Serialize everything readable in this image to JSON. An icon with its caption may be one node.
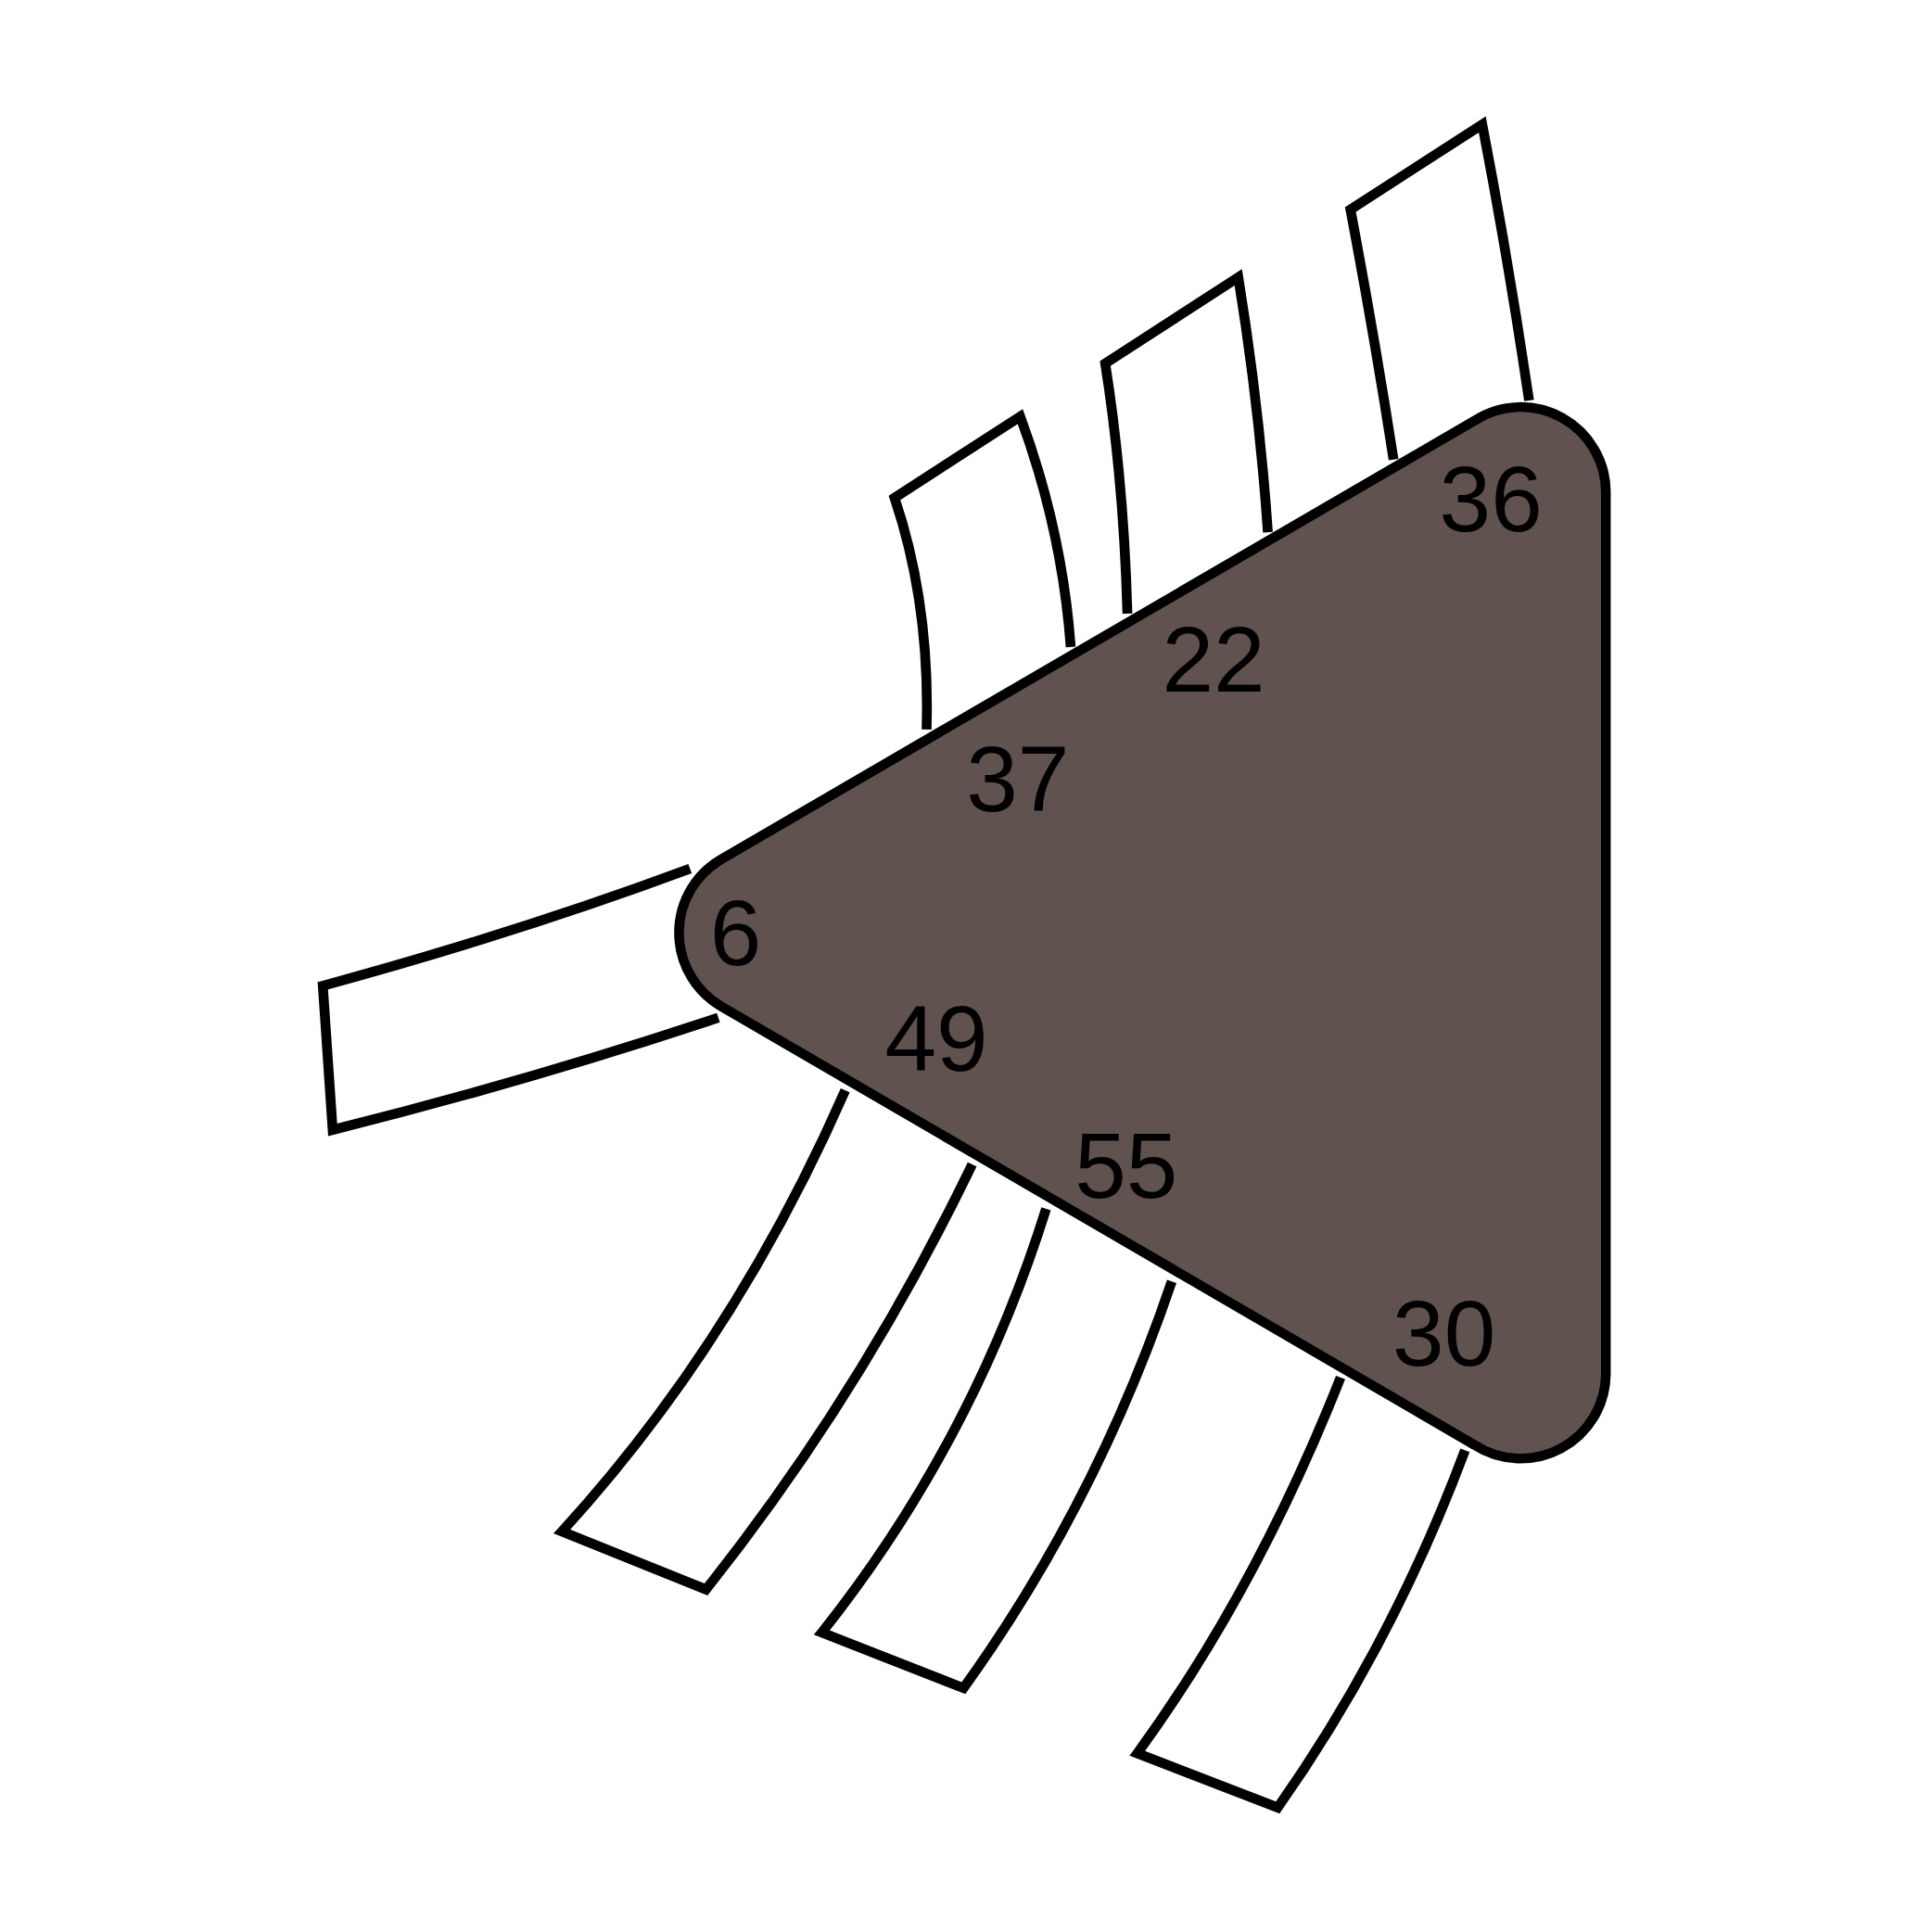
{
  "diagram": {
    "nodes": [
      {
        "text": [
          "36",
          "22",
          "37",
          "6",
          "49",
          "55",
          "30"
        ]
      }
    ]
  }
}
